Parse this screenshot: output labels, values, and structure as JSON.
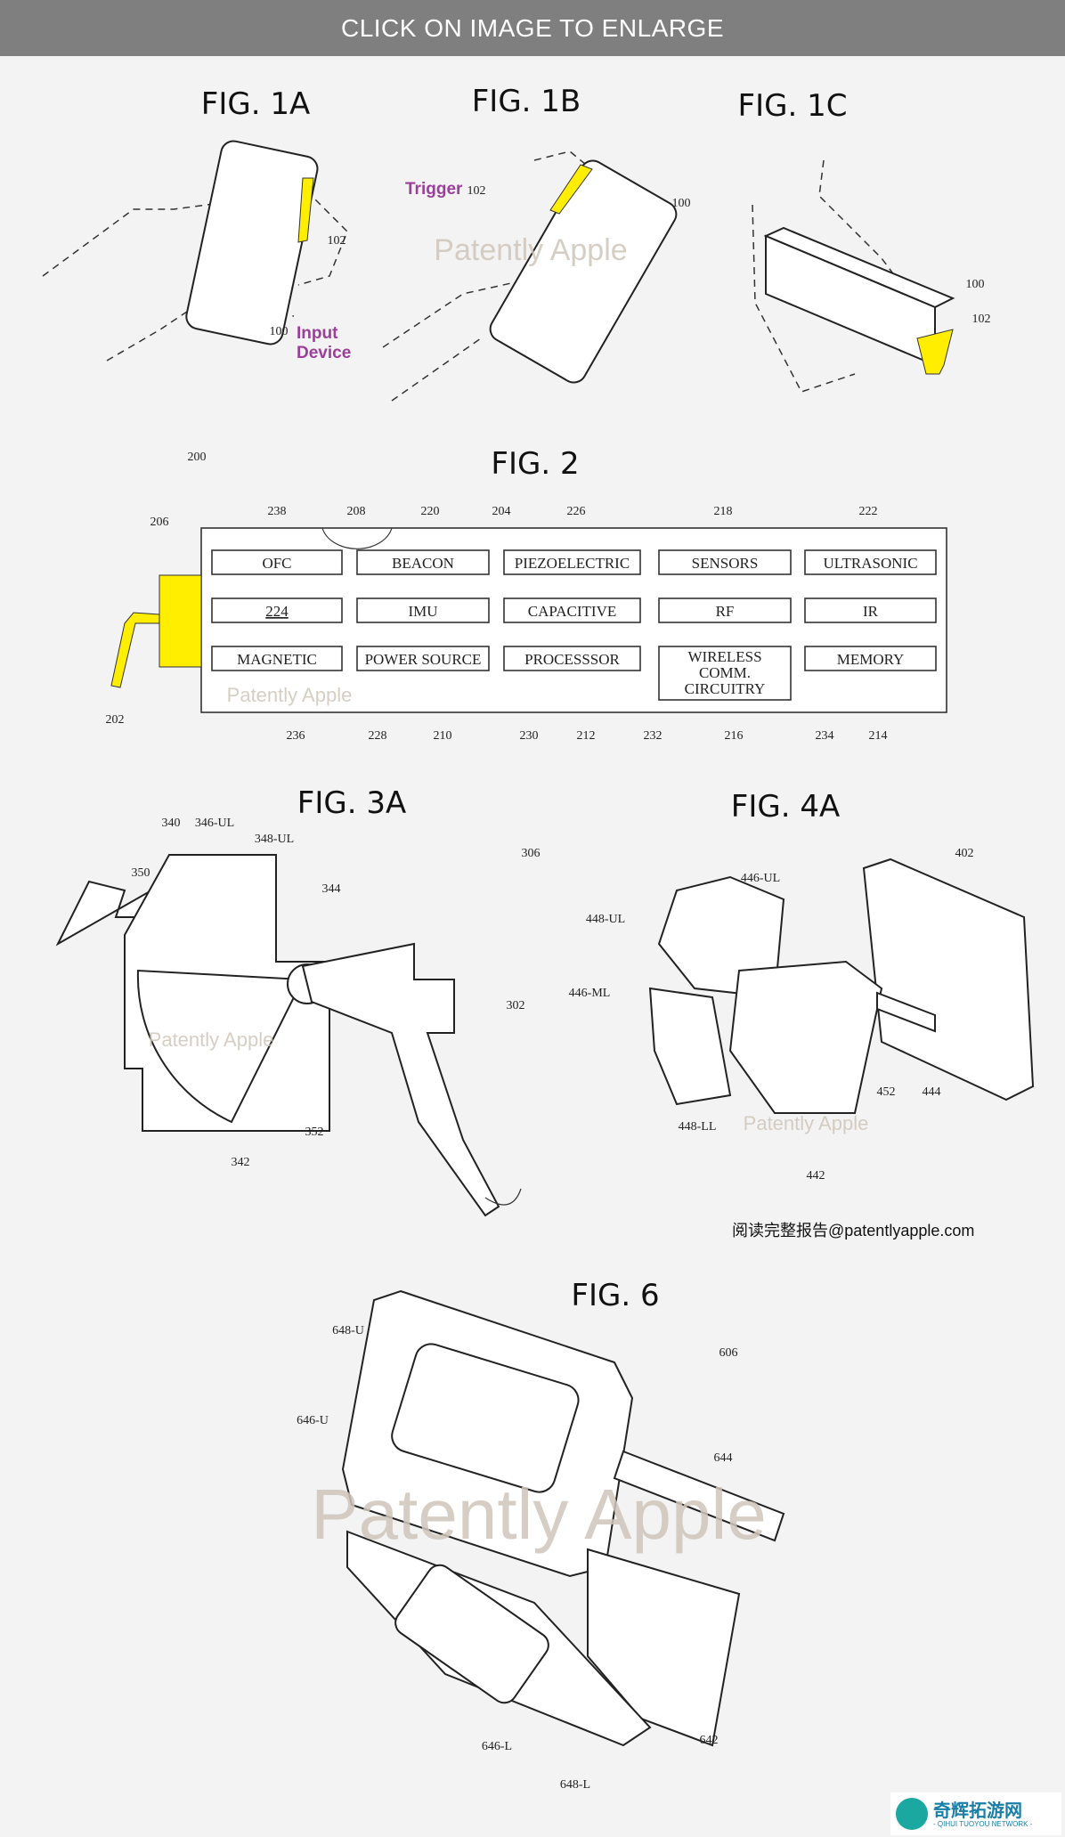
{
  "header": {
    "label": "CLICK ON IMAGE TO ENLARGE"
  },
  "fig1": {
    "a": {
      "title": "FIG. 1A",
      "refs": [
        "102",
        "100"
      ],
      "callout": [
        "Input",
        "Device"
      ]
    },
    "b": {
      "title": "FIG. 1B",
      "refs": [
        "102",
        "100"
      ],
      "callout": "Trigger"
    },
    "c": {
      "title": "FIG. 1C",
      "refs": [
        "100",
        "102"
      ]
    }
  },
  "fig2": {
    "title": "FIG. 2",
    "boxes": [
      "OFC",
      "BEACON",
      "PIEZOELECTRIC",
      "SENSORS",
      "ULTRASONIC",
      "224",
      "IMU",
      "CAPACITIVE",
      "RF",
      "IR",
      "MAGNETIC",
      "POWER SOURCE",
      "PROCESSSOR",
      "WIRELESS",
      "COMM.",
      "CIRCUITRY",
      "MEMORY"
    ],
    "top_refs": [
      "238",
      "208",
      "220",
      "204",
      "226",
      "218",
      "222"
    ],
    "bottom_refs": [
      "236",
      "228",
      "210",
      "230",
      "212",
      "232",
      "216",
      "234",
      "214"
    ],
    "side_refs": [
      "200",
      "206",
      "202"
    ]
  },
  "fig3a": {
    "title": "FIG. 3A",
    "refs": [
      "340",
      "346-UL",
      "348-UL",
      "350",
      "344",
      "306",
      "302",
      "352",
      "342"
    ]
  },
  "fig4a": {
    "title": "FIG. 4A",
    "refs": [
      "402",
      "446-UL",
      "448-UL",
      "446-ML",
      "444",
      "452",
      "448-LL",
      "442"
    ]
  },
  "fig6": {
    "title": "FIG. 6",
    "refs": [
      "648-U",
      "606",
      "646-U",
      "644",
      "646-L",
      "642",
      "648-L"
    ]
  },
  "watermark": "Patently Apple",
  "report_link": "阅读完整报告@patentlyapple.com",
  "logo": {
    "name": "奇辉拓游网",
    "sub": "- QIHUI TUOYOU NETWORK -"
  },
  "colors": {
    "header": "#7f7f7f",
    "trigger_yellow": "#ffee00",
    "callout_purple": "#9b3f9b"
  }
}
